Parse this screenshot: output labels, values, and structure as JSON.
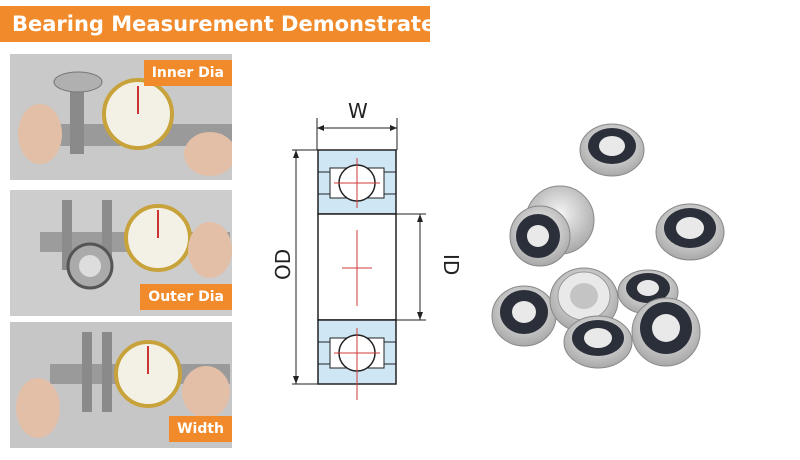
{
  "header": {
    "title": "Bearing Measurement Demonstrate"
  },
  "photos": [
    {
      "label": "Inner Dia"
    },
    {
      "label": "Outer Dia"
    },
    {
      "label": "Width"
    }
  ],
  "diagram": {
    "width_label": "W",
    "outer_label": "OD",
    "inner_label": "ID"
  },
  "colors": {
    "accent": "#f08a2a",
    "ring_fill": "#cfe6f5",
    "center_line": "#d23a3a"
  },
  "icons": [
    "caliper-icon",
    "dial-gauge-icon",
    "bearing-icon"
  ]
}
